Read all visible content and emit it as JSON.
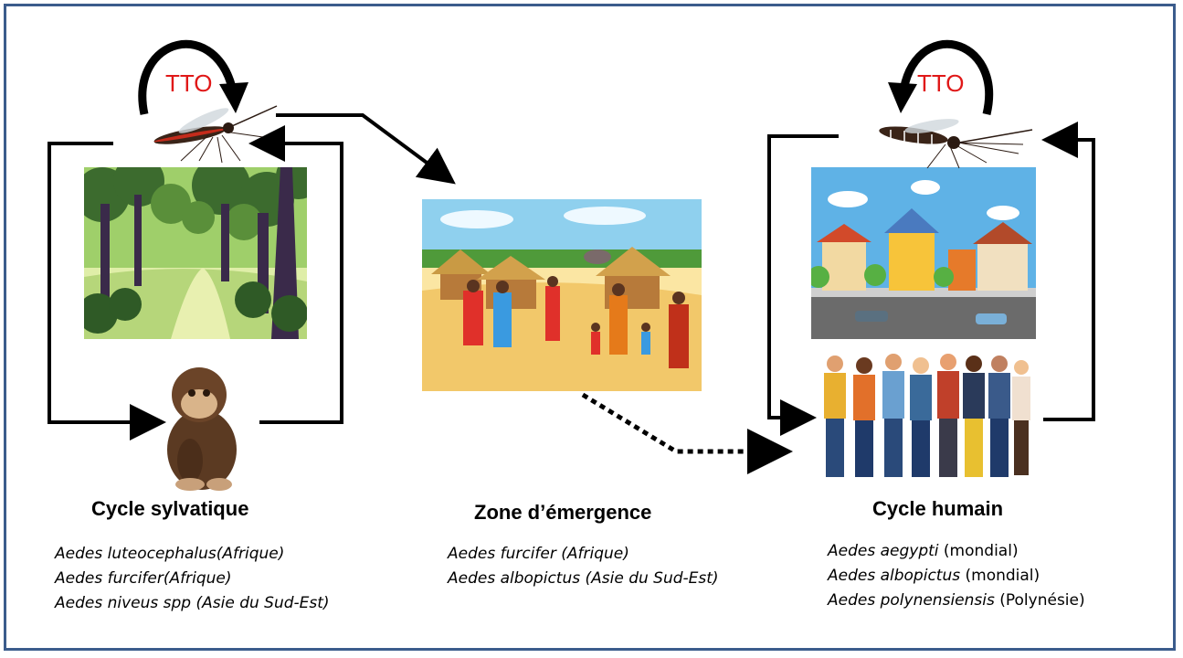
{
  "cycles": {
    "sylvatic": {
      "title": "Cycle sylvatique",
      "tto": "TTO",
      "species": [
        {
          "name": "Aedes luteocephalus",
          "region": "(Afrique)"
        },
        {
          "name": "Aedes furcifer",
          "region": "(Afrique)"
        },
        {
          "name": "Aedes niveus spp",
          "region": "(Asie du Sud-Est)"
        }
      ]
    },
    "emergence": {
      "title": "Zone d’émergence",
      "species": [
        {
          "name": "Aedes furcifer",
          "region": "(Afrique)"
        },
        {
          "name": "Aedes albopictus",
          "region": "(Asie du Sud-Est)"
        }
      ]
    },
    "human": {
      "title": "Cycle humain",
      "tto": "TTO",
      "species": [
        {
          "name": "Aedes aegypti",
          "region": "(mondial)"
        },
        {
          "name": "Aedes albopictus",
          "region": "(mondial)"
        },
        {
          "name": "Aedes polynensiensis",
          "region": "(Polynésie)"
        }
      ]
    }
  },
  "colors": {
    "frame": "#3b5c8c",
    "tto_text": "#e01818",
    "arrow": "#000000"
  }
}
